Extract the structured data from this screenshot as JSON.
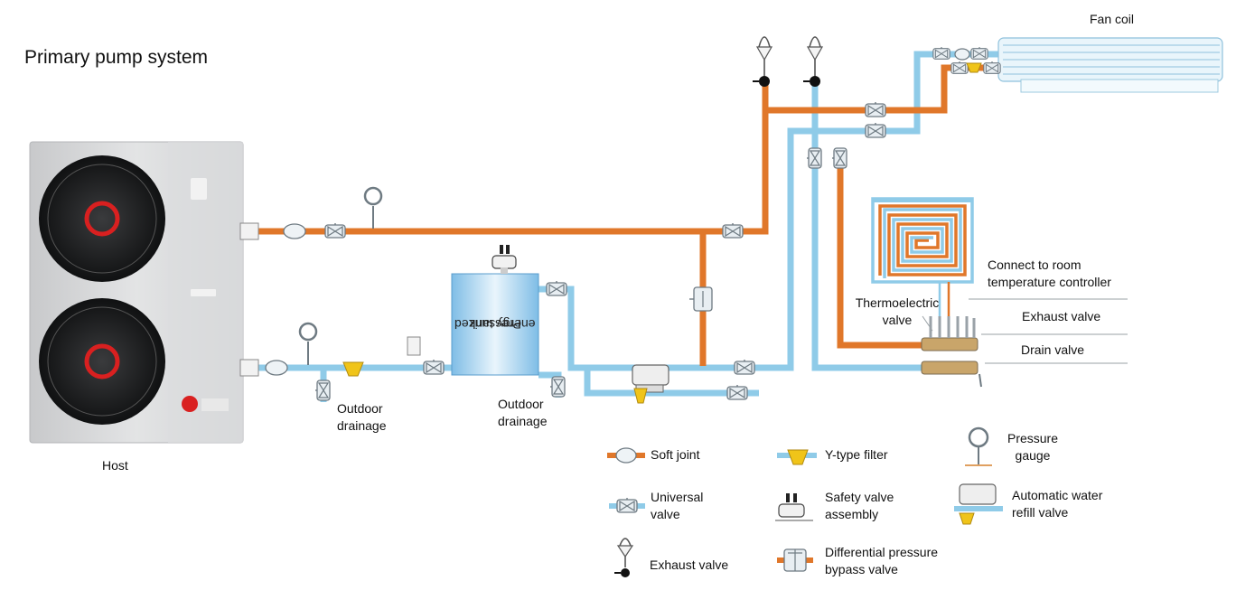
{
  "title": "Primary pump system",
  "host_label": "Host",
  "fan_coil_label": "Fan coil",
  "tank_label": [
    "Pressurized",
    "energy tank"
  ],
  "outdoor_drainage_1": [
    "Outdoor",
    "drainage"
  ],
  "outdoor_drainage_2": [
    "Outdoor",
    "drainage"
  ],
  "callouts": {
    "connect_room": [
      "Connect to room",
      "temperature controller"
    ],
    "thermoelectric": [
      "Thermoelectric",
      "valve"
    ],
    "exhaust": "Exhaust valve",
    "drain": "Drain valve"
  },
  "legend": [
    {
      "icon": "soft-joint-icon",
      "lines": [
        "Soft  joint"
      ]
    },
    {
      "icon": "y-filter-icon",
      "lines": [
        "Y-type filter"
      ]
    },
    {
      "icon": "pressure-gauge-icon",
      "lines": [
        "Pressure",
        "gauge"
      ]
    },
    {
      "icon": "universal-valve-icon",
      "lines": [
        "Universal",
        "valve"
      ]
    },
    {
      "icon": "safety-valve-icon",
      "lines": [
        "Safety valve",
        "assembly"
      ]
    },
    {
      "icon": "auto-refill-valve-icon",
      "lines": [
        "Automatic water",
        "refill valve"
      ]
    },
    {
      "icon": "exhaust-valve-icon",
      "lines": [
        "Exhaust valve"
      ]
    },
    {
      "icon": "bypass-valve-icon",
      "lines": [
        "Differential pressure",
        "bypass valve"
      ]
    }
  ],
  "colors": {
    "hot_pipe": "#e0772a",
    "cold_pipe": "#8fcbe8",
    "unit_body": "#d9dadb",
    "filter": "#f0c419",
    "fan_ring": "#d92020"
  }
}
